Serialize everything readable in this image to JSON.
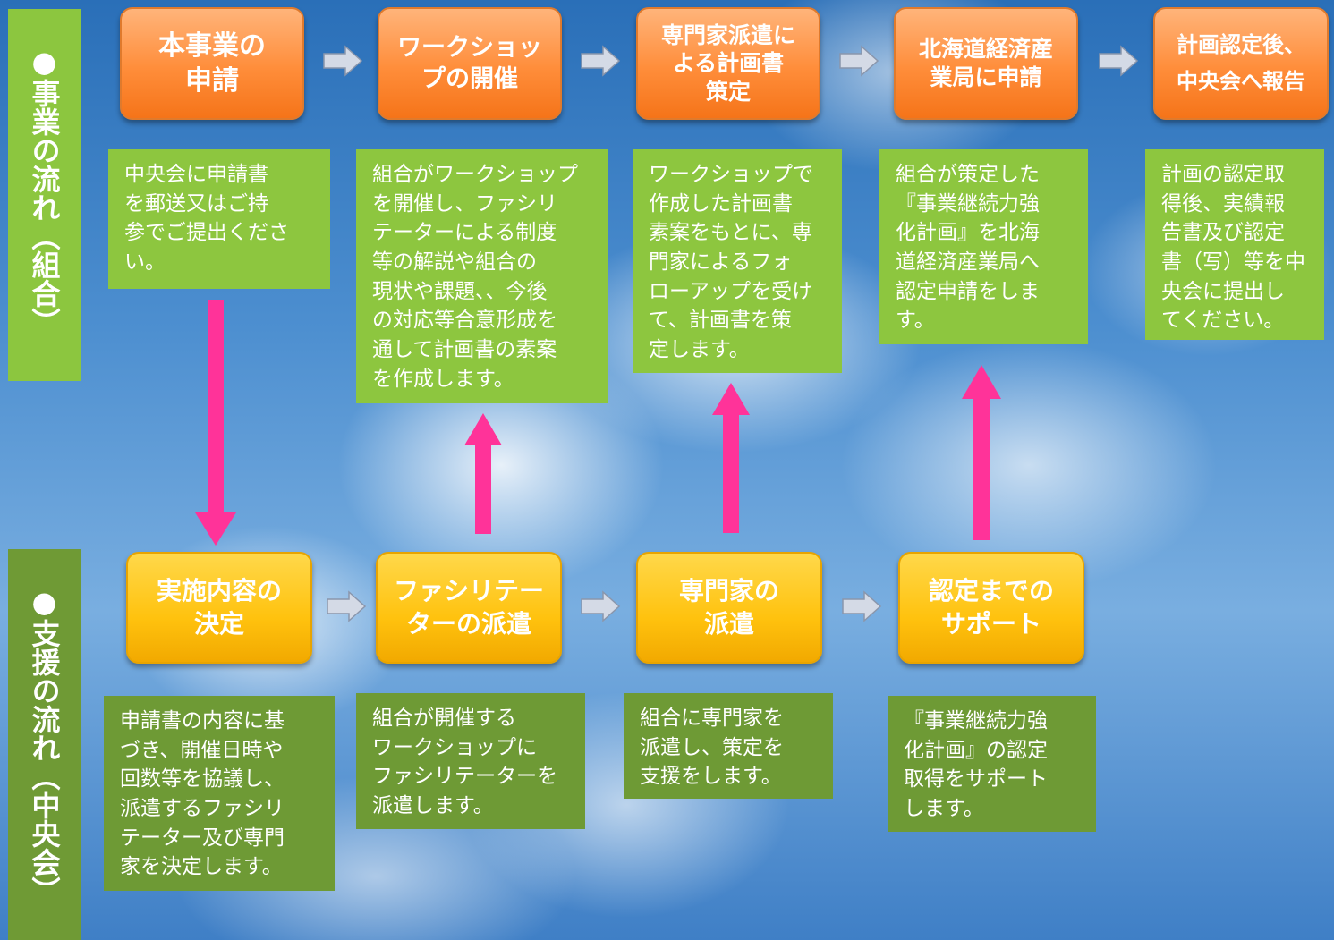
{
  "labels": {
    "business_flow": "●事業の流れ（組合）",
    "support_flow": "●支援の流れ（中央会）"
  },
  "top_steps": [
    {
      "title": "本事業の\n申請",
      "desc": "中央会に申請書\nを郵送又はご持\n参でご提出くださ\nい。"
    },
    {
      "title": "ワークショッ\nプの開催",
      "desc": "組合がワークショップ\nを開催し、ファシリ\nテーターによる制度\n等の解説や組合の\n現状や課題、、今後\nの対応等合意形成を\n通して計画書の素案\nを作成します。"
    },
    {
      "title": "専門家派遣に\nよる計画書\n策定",
      "desc": "ワークショップで\n作成した計画書\n素案をもとに、専\n門家によるフォ\nローアップを受け\nて、計画書を策\n定します。"
    },
    {
      "title": "北海道経済産\n業局に申請",
      "desc": "組合が策定した\n『事業継続力強\n化計画』を北海\n道経済産業局へ\n認定申請をしま\nす。"
    },
    {
      "title": "計画認定後、\n中央会へ報告",
      "desc": "計画の認定取\n得後、実績報\n告書及び認定\n書（写）等を中\n央会に提出し\nてください。"
    }
  ],
  "bottom_steps": [
    {
      "title": "実施内容の\n決定",
      "desc": "申請書の内容に基\nづき、開催日時や\n回数等を協議し、\n派遣するファシリ\nテーター及び専門\n家を決定します。"
    },
    {
      "title": "ファシリテー\nターの派遣",
      "desc": "組合が開催する\nワークショップに\nファシリテーターを\n派遣します。"
    },
    {
      "title": "専門家の\n派遣",
      "desc": "組合に専門家を\n派遣し、策定を\n支援をします。"
    },
    {
      "title": "認定までの\nサポート",
      "desc": "『事業継続力強\n化計画』の認定\n取得をサポート\nします。"
    }
  ],
  "colors": {
    "orange_step": "#ff8d3a",
    "yellow_step": "#ffc20e",
    "green_light": "#8dc63f",
    "green_dark": "#6e9a35",
    "arrow_pink": "#ff3399",
    "chevron_gray": "#d4dae6"
  }
}
